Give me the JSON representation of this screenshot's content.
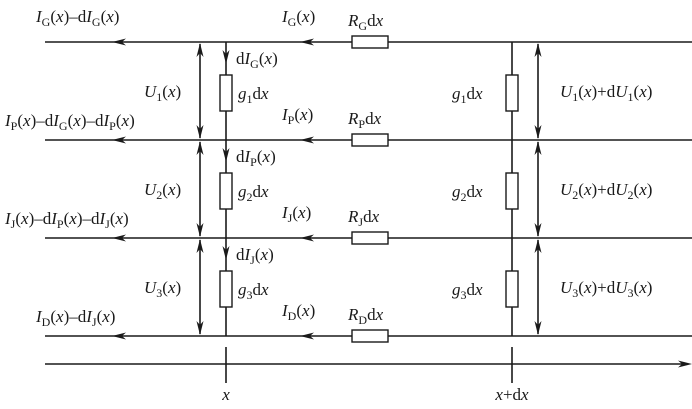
{
  "title": "Equivalent circuit of a multi-conductor differential element between x and x+dx",
  "conductors": [
    {
      "id": "G",
      "left_current_label": [
        "I",
        "G",
        "(x)–d",
        "I",
        "G",
        "(x)"
      ],
      "right_current_label": [
        "I",
        "G",
        "(x)"
      ],
      "resistor_label": [
        "R",
        "G",
        "dx"
      ],
      "branch_current_label": [
        "d",
        "I",
        "G",
        "(x)"
      ]
    },
    {
      "id": "P",
      "left_current_label": [
        "I",
        "P",
        "(x)–d",
        "I",
        "G",
        "(x)–d",
        "I",
        "P",
        "(x)"
      ],
      "right_current_label": [
        "I",
        "P",
        "(x)"
      ],
      "resistor_label": [
        "R",
        "P",
        "dx"
      ],
      "branch_current_label": [
        "d",
        "I",
        "P",
        "(x)"
      ]
    },
    {
      "id": "J",
      "left_current_label": [
        "I",
        "J",
        "(x)–d",
        "I",
        "P",
        "(x)–d",
        "I",
        "J",
        "(x)"
      ],
      "right_current_label": [
        "I",
        "J",
        "(x)"
      ],
      "resistor_label": [
        "R",
        "J",
        "dx"
      ],
      "branch_current_label": [
        "d",
        "I",
        "J",
        "(x)"
      ]
    },
    {
      "id": "D",
      "left_current_label": [
        "I",
        "D",
        "(x)–d",
        "I",
        "J",
        "(x)"
      ],
      "right_current_label": [
        "I",
        "D",
        "(x)"
      ],
      "resistor_label": [
        "R",
        "D",
        "dx"
      ]
    }
  ],
  "gaps": [
    {
      "conductance": [
        "g",
        "1",
        "dx"
      ],
      "voltage_left": [
        "U",
        "1",
        "(x)"
      ],
      "voltage_right": [
        "U",
        "1",
        "(x)+d",
        "U",
        "1",
        "(x)"
      ]
    },
    {
      "conductance": [
        "g",
        "2",
        "dx"
      ],
      "voltage_left": [
        "U",
        "2",
        "(x)"
      ],
      "voltage_right": [
        "U",
        "2",
        "(x)+d",
        "U",
        "2",
        "(x)"
      ]
    },
    {
      "conductance": [
        "g",
        "3",
        "dx"
      ],
      "voltage_left": [
        "U",
        "3",
        "(x)"
      ],
      "voltage_right": [
        "U",
        "3",
        "(x)+d",
        "U",
        "3",
        "(x)"
      ]
    }
  ],
  "axis": {
    "tick_left_label": "x",
    "tick_right_label": [
      "x",
      "+d",
      "x"
    ]
  }
}
